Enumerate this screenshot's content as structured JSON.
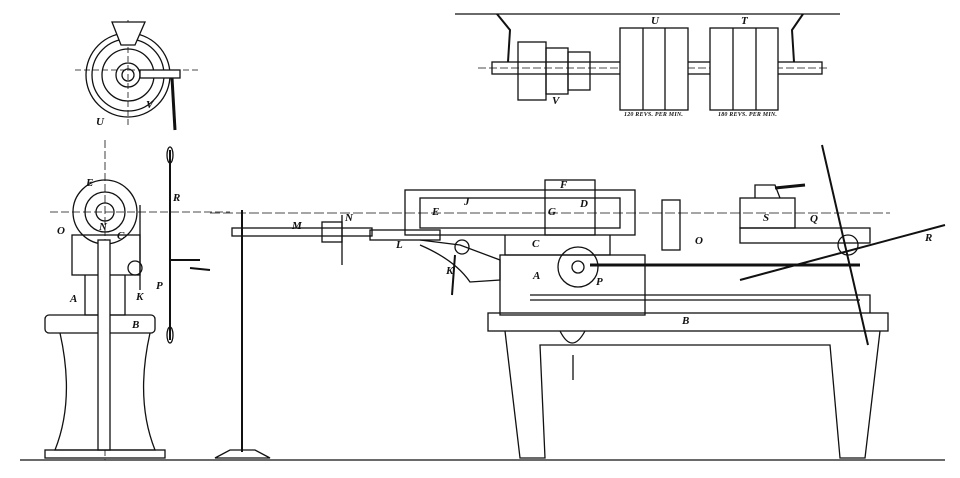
{
  "ink_color": "#111111",
  "background": "#ffffff",
  "pulley_view": {
    "labels": {
      "U": "U",
      "V": "V"
    }
  },
  "countershaft_view": {
    "labels": {
      "U": "U",
      "T": "T",
      "V": "V"
    },
    "captions": [
      "120 REVS. PER MIN.",
      "180 REVS. PER MIN."
    ]
  },
  "end_view": {
    "labels": {
      "E": "E",
      "O": "O",
      "N": "N",
      "C": "C",
      "R": "R",
      "A": "A",
      "K": "K",
      "P": "P",
      "B": "B"
    }
  },
  "side_view": {
    "labels": {
      "M": "M",
      "N": "N",
      "L": "L",
      "K": "K",
      "J": "J",
      "F": "F",
      "E": "E",
      "D": "D",
      "G": "G",
      "C": "C",
      "A": "A",
      "P": "P",
      "O": "O",
      "S": "S",
      "Q": "Q",
      "R": "R",
      "B": "B"
    }
  }
}
